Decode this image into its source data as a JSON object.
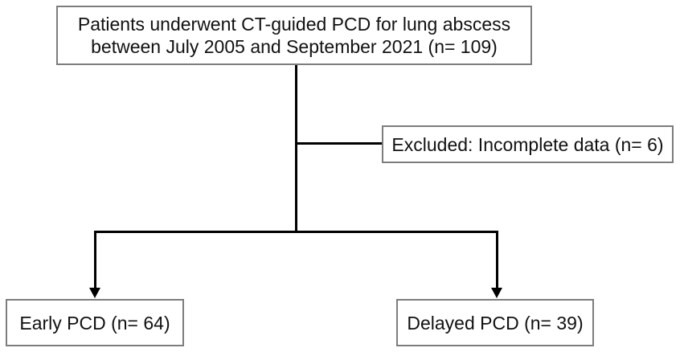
{
  "diagram": {
    "type": "flowchart",
    "colors": {
      "background": "#ffffff",
      "connector_line": "#000000",
      "box_border": "#7d7d7d",
      "text": "#111111"
    },
    "nodes": {
      "top": {
        "label": "Patients underwent CT-guided PCD for lung abscess between July 2005 and September 2021 (n= 109)"
      },
      "excluded": {
        "label": "Excluded: Incomplete data (n= 6)"
      },
      "early": {
        "label": "Early PCD (n= 64)"
      },
      "delayed": {
        "label": "Delayed PCD (n= 39)"
      }
    }
  }
}
